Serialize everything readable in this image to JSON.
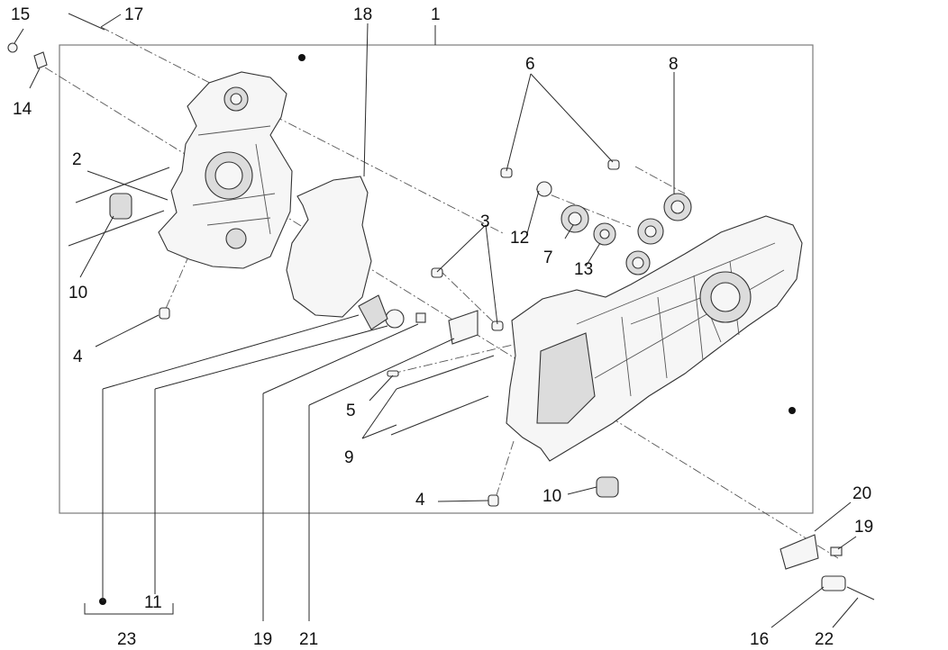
{
  "callouts": {
    "c1": "1",
    "c2": "2",
    "c3": "3",
    "c4a": "4",
    "c4b": "4",
    "c5": "5",
    "c6": "6",
    "c7": "7",
    "c8": "8",
    "c9": "9",
    "c10a": "10",
    "c10b": "10",
    "c11": "11",
    "c12": "12",
    "c13": "13",
    "c14": "14",
    "c15": "15",
    "c16": "16",
    "c17": "17",
    "c18": "18",
    "c19a": "19",
    "c19b": "19",
    "c20": "20",
    "c21": "21",
    "c22": "22",
    "c23": "23"
  }
}
